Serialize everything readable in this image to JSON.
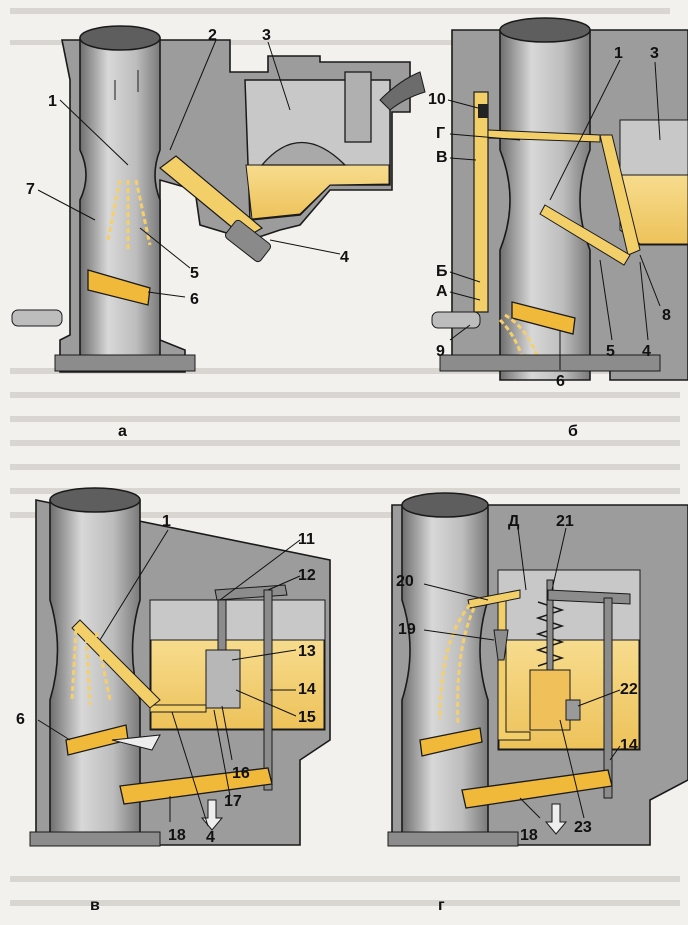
{
  "panels": [
    {
      "caption": "а",
      "labels": [
        "1",
        "2",
        "3",
        "7",
        "5",
        "4",
        "6"
      ]
    },
    {
      "caption": "б",
      "labels": [
        "1",
        "3",
        "10",
        "Г",
        "В",
        "Б",
        "А",
        "9",
        "6",
        "5",
        "4",
        "8"
      ]
    },
    {
      "caption": "в",
      "labels": [
        "1",
        "11",
        "12",
        "13",
        "14",
        "15",
        "6",
        "16",
        "17",
        "18",
        "4"
      ]
    },
    {
      "caption": "г",
      "labels": [
        "Д",
        "21",
        "20",
        "19",
        "22",
        "14",
        "18",
        "23"
      ]
    }
  ],
  "colors": {
    "fuel": "#f5cf6a",
    "mix": "#e8b24a",
    "body_light": "#cfcfcf",
    "body_dark": "#7c7c7c",
    "outline": "#1a1a1a"
  }
}
